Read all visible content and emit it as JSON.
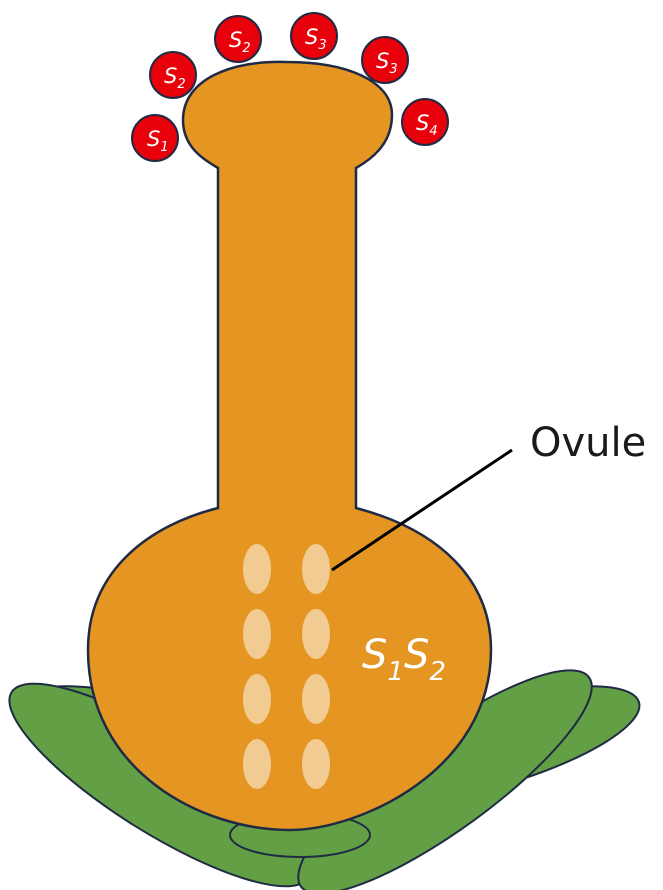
{
  "colors": {
    "pistil": "#E59622",
    "outline": "#1F2A44",
    "ovule": "#F1CB91",
    "pollen": "#E8000B",
    "sepal": "#63A045",
    "label_line": "#000000",
    "genotype_text": "#FFFFFF"
  },
  "labels": {
    "ovule": "Ovule"
  },
  "pistil_genotype": {
    "a_letter": "S",
    "a_sub": "1",
    "b_letter": "S",
    "b_sub": "2"
  },
  "pollen_grains": [
    {
      "letter": "S",
      "sub": "1"
    },
    {
      "letter": "S",
      "sub": "2"
    },
    {
      "letter": "S",
      "sub": "2"
    },
    {
      "letter": "S",
      "sub": "3"
    },
    {
      "letter": "S",
      "sub": "3"
    },
    {
      "letter": "S",
      "sub": "4"
    }
  ]
}
